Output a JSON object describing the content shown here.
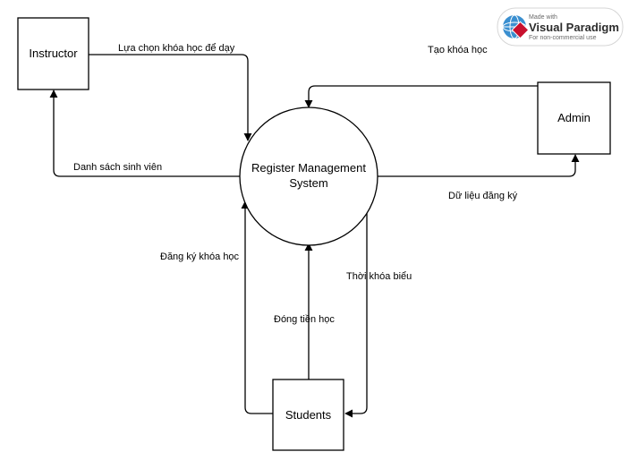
{
  "diagram": {
    "process": {
      "line1": "Register Management",
      "line2": "System"
    },
    "entities": {
      "instructor": "Instructor",
      "admin": "Admin",
      "students": "Students"
    },
    "flows": {
      "choose_course": "Lựa chọn khóa học để dạy",
      "student_list": "Danh sách sinh viên",
      "create_course": "Tạo khóa học",
      "registration_data": "Dữ liệu đăng ký",
      "register_course": "Đăng ký khóa học",
      "pay_tuition": "Đóng tiền học",
      "timetable": "Thời khóa biểu"
    }
  },
  "watermark": {
    "made_with": "Made with",
    "brand": "Visual Paradigm",
    "note": "For non-commercial use"
  }
}
